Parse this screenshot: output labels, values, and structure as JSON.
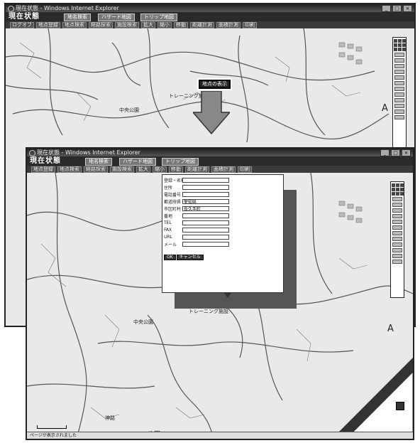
{
  "back_window": {
    "titlebar_text": "現在状態 - Windows Internet Explorer",
    "app_title": "現在状態",
    "header_tabs": [
      "地名検索",
      "ハザード地図",
      "トリップ地図"
    ],
    "toolbar_items": [
      "ログオフ",
      "地点登録",
      "地点検索",
      "経路探索",
      "施設検索",
      "拡大",
      "縮小",
      "移動",
      "距離計測",
      "面積計測",
      "印刷"
    ],
    "marker_label": "地点の表示",
    "map_labels": [
      "トレーニング施設",
      "中央公園",
      "A"
    ]
  },
  "front_window": {
    "titlebar_text": "現在状態 - Windows Internet Explorer",
    "app_title": "現在状態",
    "header_tabs": [
      "地名検索",
      "ハザード地図",
      "トリップ地図"
    ],
    "toolbar_items": [
      "地点登録",
      "地点検索",
      "経路探索",
      "施設検索",
      "拡大",
      "縮小",
      "移動",
      "距離計測",
      "面積計測",
      "印刷"
    ],
    "form": {
      "fields": [
        {
          "label": "登録・名称",
          "value": ""
        },
        {
          "label": "住所",
          "value": ""
        },
        {
          "label": "電話番号",
          "value": ""
        },
        {
          "label": "都道府県",
          "value": "愛知県"
        },
        {
          "label": "市区町村",
          "value": "長久手町"
        },
        {
          "label": "番地",
          "value": ""
        },
        {
          "label": "TEL",
          "value": ""
        },
        {
          "label": "FAX",
          "value": ""
        },
        {
          "label": "URL",
          "value": ""
        },
        {
          "label": "メール",
          "value": ""
        }
      ],
      "ok_label": "OK",
      "cancel_label": "キャンセル"
    },
    "map_labels": [
      "トレーニング施設",
      "中央公園",
      "八田",
      "神路",
      "A"
    ],
    "statusbar_text": "ページが表示されました"
  },
  "colors": {
    "titlebar": "#333333",
    "apphead": "#2a2a2a",
    "map_bg": "#e9e9e9",
    "road": "#555555"
  }
}
